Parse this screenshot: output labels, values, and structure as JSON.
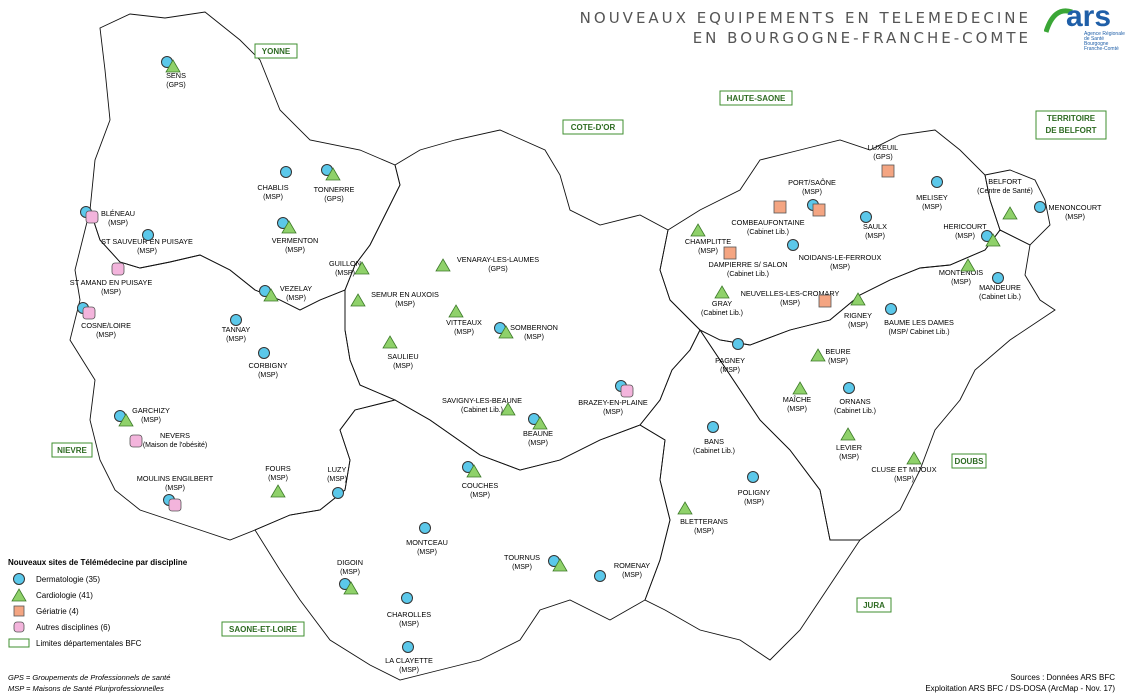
{
  "title": {
    "line1": "NOUVEAUX EQUIPEMENTS EN TELEMEDECINE",
    "line2": "EN BOURGOGNE-FRANCHE-COMTE"
  },
  "logo": {
    "text": "ars",
    "subtitle": "Agence Régionale de Santé Bourgogne Franche-Comté"
  },
  "departments": [
    {
      "name": "YONNE"
    },
    {
      "name": "COTE-D'OR"
    },
    {
      "name": "HAUTE-SAONE"
    },
    {
      "name": "TERRITOIRE DE BELFORT"
    },
    {
      "name": "NIEVRE"
    },
    {
      "name": "DOUBS"
    },
    {
      "name": "SAONE-ET-LOIRE"
    },
    {
      "name": "JURA"
    }
  ],
  "sites": [
    {
      "name": "SENS",
      "sub": "(GPS)",
      "types": [
        "derm",
        "cardio"
      ]
    },
    {
      "name": "CHABLIS",
      "sub": "(MSP)",
      "types": [
        "derm"
      ]
    },
    {
      "name": "TONNERRE",
      "sub": "(GPS)",
      "types": [
        "derm",
        "cardio"
      ]
    },
    {
      "name": "BLÉNEAU",
      "sub": "(MSP)",
      "types": [
        "derm",
        "autres"
      ]
    },
    {
      "name": "ST SAUVEUR EN PUISAYE",
      "sub": "(MSP)",
      "types": [
        "derm"
      ]
    },
    {
      "name": "VERMENTON",
      "sub": "(MSP)",
      "types": [
        "derm",
        "cardio"
      ]
    },
    {
      "name": "ST AMAND EN PUISAYE",
      "sub": "(MSP)",
      "types": [
        "autres"
      ]
    },
    {
      "name": "GUILLON",
      "sub": "(MSP)",
      "types": [
        "cardio"
      ]
    },
    {
      "name": "VEZELAY",
      "sub": "(MSP)",
      "types": [
        "derm",
        "cardio"
      ]
    },
    {
      "name": "COSNE/LOIRE",
      "sub": "(MSP)",
      "types": [
        "derm",
        "autres"
      ]
    },
    {
      "name": "TANNAY",
      "sub": "(MSP)",
      "types": [
        "derm"
      ]
    },
    {
      "name": "CORBIGNY",
      "sub": "(MSP)",
      "types": [
        "derm"
      ]
    },
    {
      "name": "GARCHIZY",
      "sub": "(MSP)",
      "types": [
        "derm",
        "cardio"
      ]
    },
    {
      "name": "NEVERS",
      "sub": "(Maison de l'obésité)",
      "types": [
        "autres"
      ]
    },
    {
      "name": "MOULINS ENGILBERT",
      "sub": "(MSP)",
      "types": [
        "derm",
        "autres"
      ]
    },
    {
      "name": "FOURS",
      "sub": "(MSP)",
      "types": [
        "cardio"
      ]
    },
    {
      "name": "LUZY",
      "sub": "(MSP)",
      "types": [
        "derm"
      ]
    },
    {
      "name": "VENARAY-LES-LAUMES",
      "sub": "(GPS)",
      "types": [
        "cardio"
      ]
    },
    {
      "name": "SEMUR EN AUXOIS",
      "sub": "(MSP)",
      "types": [
        "cardio"
      ]
    },
    {
      "name": "VITTEAUX",
      "sub": "(MSP)",
      "types": [
        "cardio"
      ]
    },
    {
      "name": "SOMBERNON",
      "sub": "(MSP)",
      "types": [
        "derm",
        "cardio"
      ]
    },
    {
      "name": "SAULIEU",
      "sub": "(MSP)",
      "types": [
        "cardio"
      ]
    },
    {
      "name": "SAVIGNY-LES-BEAUNE",
      "sub": "(Cabinet Lib.)",
      "types": [
        "cardio"
      ]
    },
    {
      "name": "BEAUNE",
      "sub": "(MSP)",
      "types": [
        "derm",
        "cardio"
      ]
    },
    {
      "name": "BRAZEY-EN-PLAINE",
      "sub": "(MSP)",
      "types": [
        "derm",
        "autres"
      ]
    },
    {
      "name": "COUCHES",
      "sub": "(MSP)",
      "types": [
        "derm",
        "cardio"
      ]
    },
    {
      "name": "MONTCEAU",
      "sub": "(MSP)",
      "types": [
        "derm"
      ]
    },
    {
      "name": "DIGOIN",
      "sub": "(MSP)",
      "types": [
        "derm",
        "cardio"
      ]
    },
    {
      "name": "TOURNUS",
      "sub": "(MSP)",
      "types": [
        "derm",
        "cardio"
      ]
    },
    {
      "name": "ROMENAY",
      "sub": "(MSP)",
      "types": [
        "derm"
      ]
    },
    {
      "name": "CHAROLLES",
      "sub": "(MSP)",
      "types": [
        "derm"
      ]
    },
    {
      "name": "LA CLAYETTE",
      "sub": "(MSP)",
      "types": [
        "derm"
      ]
    },
    {
      "name": "LUXEUIL",
      "sub": "(GPS)",
      "types": [
        "geriatrie"
      ]
    },
    {
      "name": "PORT/SAÔNE",
      "sub": "(MSP)",
      "types": [
        "derm",
        "geriatrie"
      ]
    },
    {
      "name": "COMBEAUFONTAINE",
      "sub": "(Cabinet Lib.)",
      "types": [
        "geriatrie"
      ]
    },
    {
      "name": "CHAMPLITTE",
      "sub": "(MSP)",
      "types": [
        "cardio"
      ]
    },
    {
      "name": "DAMPIERRE S/ SALON",
      "sub": "(Cabinet Lib.)",
      "types": [
        "geriatrie"
      ]
    },
    {
      "name": "NOIDANS-LE-FERROUX",
      "sub": "(MSP)",
      "types": [
        "derm"
      ]
    },
    {
      "name": "SAULX",
      "sub": "(MSP)",
      "types": [
        "derm"
      ]
    },
    {
      "name": "MELISEY",
      "sub": "(MSP)",
      "types": [
        "derm"
      ]
    },
    {
      "name": "BELFORT",
      "sub": "(Centre de Santé)",
      "types": [
        "cardio"
      ]
    },
    {
      "name": "MENONCOURT",
      "sub": "(MSP)",
      "types": [
        "derm"
      ]
    },
    {
      "name": "HERICOURT",
      "sub": "(MSP)",
      "types": [
        "derm",
        "cardio"
      ]
    },
    {
      "name": "MONTENOIS",
      "sub": "(MSP)",
      "types": [
        "cardio"
      ]
    },
    {
      "name": "MANDEURE",
      "sub": "(Cabinet Lib.)",
      "types": [
        "derm"
      ]
    },
    {
      "name": "GRAY",
      "sub": "(Cabinet Lib.)",
      "types": [
        "cardio"
      ]
    },
    {
      "name": "NEUVELLES-LES-CROMARY",
      "sub": "(MSP)",
      "types": [
        "geriatrie"
      ]
    },
    {
      "name": "RIGNEY",
      "sub": "(MSP)",
      "types": [
        "cardio"
      ]
    },
    {
      "name": "BAUME LES DAMES",
      "sub": "(MSP/ Cabinet Lib.)",
      "types": [
        "derm"
      ]
    },
    {
      "name": "PAGNEY",
      "sub": "(MSP)",
      "types": [
        "derm"
      ]
    },
    {
      "name": "BEURE",
      "sub": "(MSP)",
      "types": [
        "cardio"
      ]
    },
    {
      "name": "MAÎCHE",
      "sub": "(MSP)",
      "types": [
        "cardio"
      ]
    },
    {
      "name": "ORNANS",
      "sub": "(Cabinet Lib.)",
      "types": [
        "derm"
      ]
    },
    {
      "name": "LEVIER",
      "sub": "(MSP)",
      "types": [
        "cardio"
      ]
    },
    {
      "name": "CLUSE ET MIJOUX",
      "sub": "(MSP)",
      "types": [
        "cardio"
      ]
    },
    {
      "name": "BANS",
      "sub": "(Cabinet Lib.)",
      "types": [
        "derm"
      ]
    },
    {
      "name": "POLIGNY",
      "sub": "(MSP)",
      "types": [
        "derm"
      ]
    },
    {
      "name": "BLETTERANS",
      "sub": "(MSP)",
      "types": [
        "cardio"
      ]
    }
  ],
  "legend": {
    "title": "Nouveaux sites de Télémédecine par discipline",
    "items": [
      {
        "label": "Dermatologie (35)"
      },
      {
        "label": "Cardiologie (41)"
      },
      {
        "label": "Gériatrie (4)"
      },
      {
        "label": "Autres disciplines (6)"
      },
      {
        "label": "Limites départementales BFC"
      }
    ]
  },
  "notes": {
    "gps": "GPS = Groupements de Professionnels de santé",
    "msp": "MSP = Maisons de Santé Pluriprofessionnelles"
  },
  "sources": {
    "line1": "Sources : Données ARS BFC",
    "line2": "Exploitation ARS BFC / DS-DOSA (ArcMap - Nov. 17)"
  },
  "colors": {
    "derm": "#5bc8ea",
    "cardio": "#8fd16a",
    "geriatrie": "#f4a582",
    "autres": "#f3b4dc",
    "border": "#3f8f2f"
  }
}
